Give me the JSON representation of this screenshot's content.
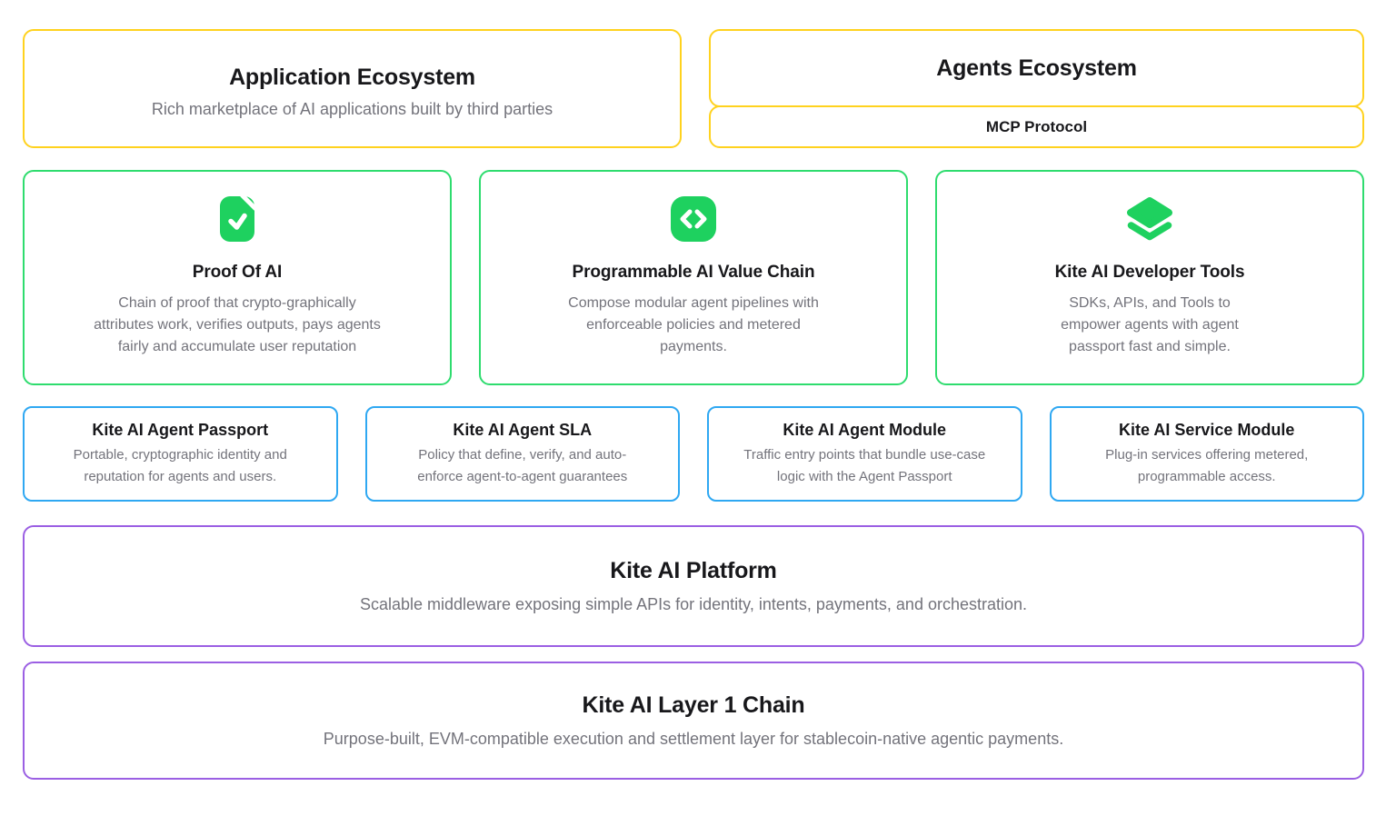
{
  "colors": {
    "yellow": "#FFD21E",
    "green_border": "#2EDC6E",
    "green_icon": "#1ED15F",
    "blue": "#2FA8F2",
    "purple": "#9B5FE3",
    "heading": "#18181B",
    "muted": "#73737B"
  },
  "top_row": {
    "application_ecosystem": {
      "title": "Application Ecosystem",
      "description": "Rich marketplace of AI applications built by third parties"
    },
    "agents_ecosystem": {
      "title": "Agents Ecosystem",
      "protocol_label": "MCP Protocol"
    }
  },
  "feature_cards": [
    {
      "icon": "file-check-icon",
      "title": "Proof Of AI",
      "description": [
        "Chain of proof that crypto-graphically",
        "attributes work, verifies outputs, pays agents",
        "fairly and accumulate user reputation"
      ]
    },
    {
      "icon": "code-icon",
      "title": "Programmable AI Value Chain",
      "description": [
        "Compose modular agent pipelines with",
        "enforceable policies and metered",
        "payments."
      ]
    },
    {
      "icon": "layers-icon",
      "title": "Kite AI Developer Tools",
      "description": [
        "SDKs, APIs, and Tools to",
        "empower agents with agent",
        "passport fast and simple."
      ]
    }
  ],
  "module_cards": [
    {
      "title": "Kite AI Agent Passport",
      "description": [
        "Portable, cryptographic identity and",
        "reputation for agents and users."
      ]
    },
    {
      "title": "Kite AI Agent SLA",
      "description": [
        "Policy that define, verify, and auto-",
        "enforce agent-to-agent guarantees"
      ]
    },
    {
      "title": "Kite AI Agent Module",
      "description": [
        "Traffic entry points that bundle use-case",
        "logic with the Agent Passport"
      ]
    },
    {
      "title": "Kite AI Service Module",
      "description": [
        "Plug-in services offering metered,",
        "programmable access."
      ]
    }
  ],
  "platform": {
    "title": "Kite AI Platform",
    "description": "Scalable middleware exposing simple APIs for identity, intents, payments, and orchestration."
  },
  "layer1": {
    "title": "Kite AI Layer 1 Chain",
    "description": "Purpose-built, EVM-compatible execution and settlement layer for stablecoin-native agentic payments."
  }
}
